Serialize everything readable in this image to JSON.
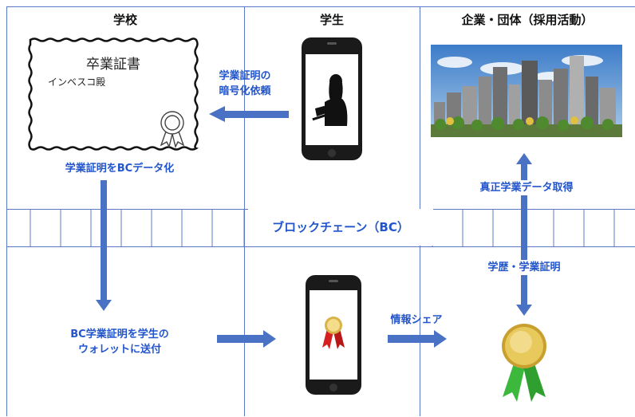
{
  "columns": {
    "school": "学校",
    "student": "学生",
    "company": "企業・団体（採用活動）"
  },
  "certificate": {
    "title": "卒業証書",
    "recipient": "インベスコ殿"
  },
  "labels": {
    "encrypt_request": [
      "学業証明の",
      "暗号化依頼"
    ],
    "convert_bc": "学業証明をBCデータ化",
    "blockchain": "ブロックチェーン（BC）",
    "send_wallet": [
      "BC学業証明を学生の",
      "ウォレットに送付"
    ],
    "share_info": "情報シェア",
    "get_verified": "真正学業データ取得",
    "academic_cert": "学歴・学業証明"
  },
  "colors": {
    "line": "#5a78c8",
    "arrow": "#4a72c4",
    "text_blue": "#2255cc"
  }
}
